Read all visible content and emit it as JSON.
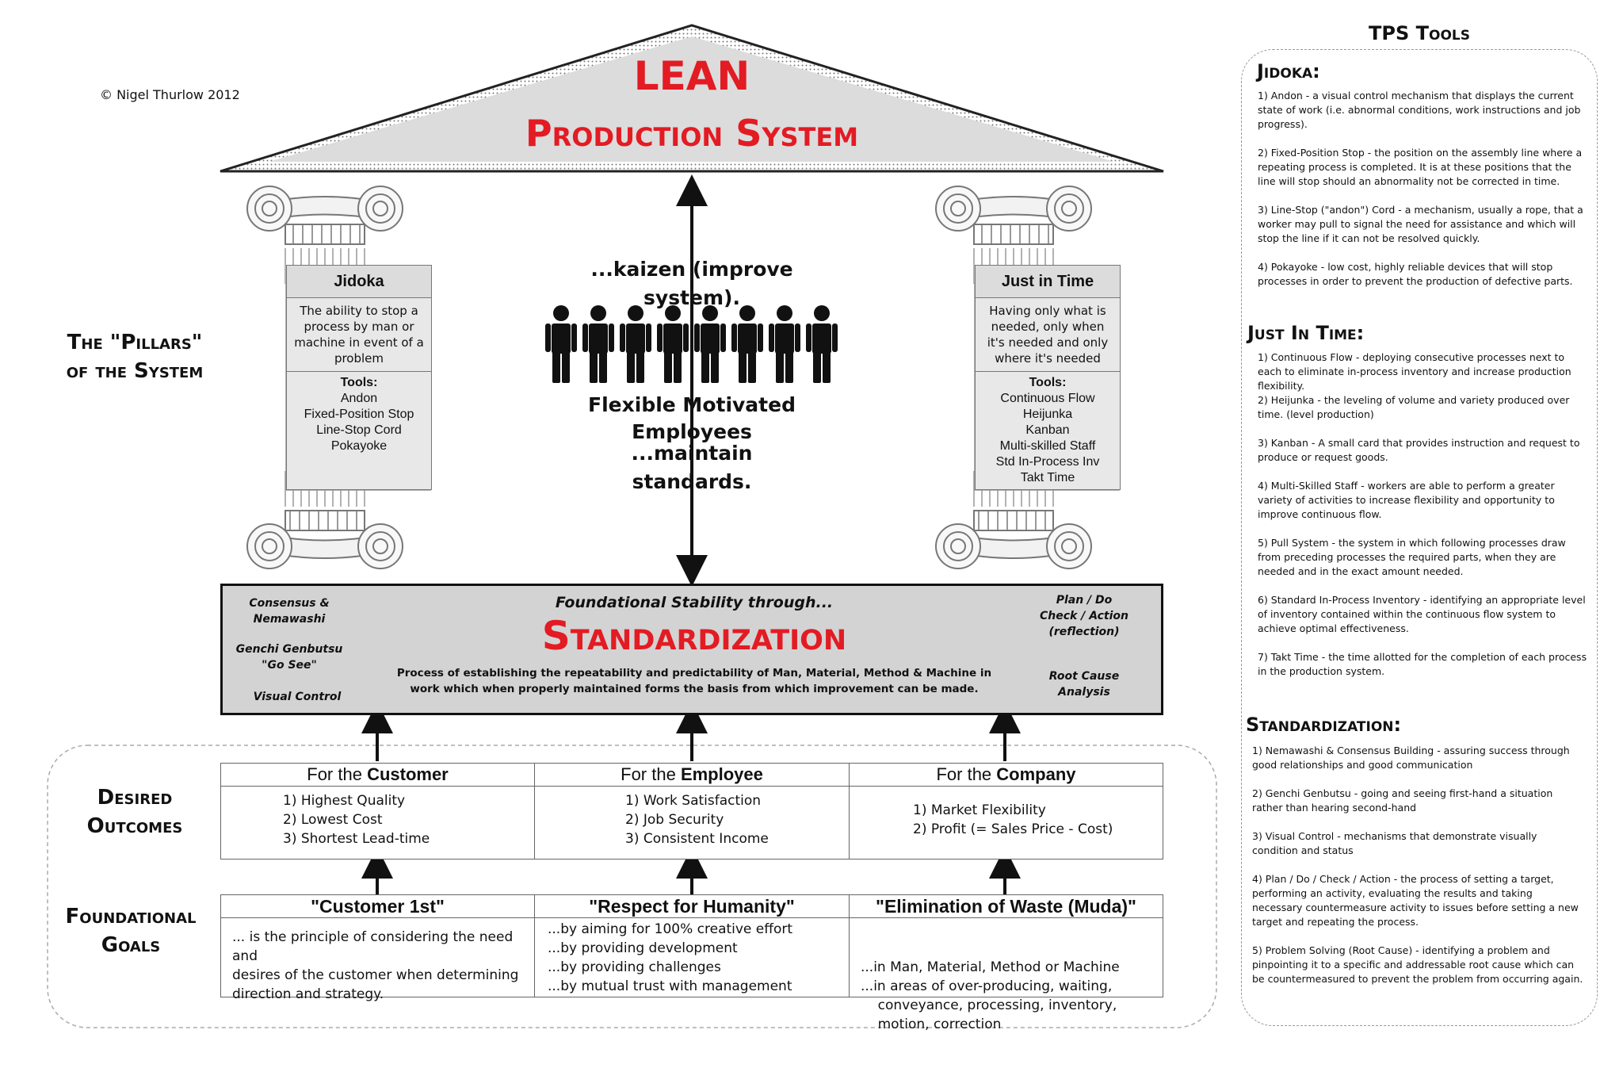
{
  "copyright": "© Nigel Thurlow 2012",
  "roof": {
    "line1": "LEAN",
    "line2": "Production System"
  },
  "side_labels": {
    "pillars": [
      "The \"Pillars\"",
      "of the System"
    ],
    "desired": [
      "Desired",
      "Outcomes"
    ],
    "foundational": [
      "Foundational",
      "Goals"
    ]
  },
  "pillars": {
    "left": {
      "title": "Jidoka",
      "description": "The ability to stop a process by man or machine in event of a problem",
      "tools_label": "Tools:",
      "tools": [
        "Andon",
        "Fixed-Position Stop",
        "Line-Stop Cord",
        "Pokayoke"
      ]
    },
    "right": {
      "title": "Just in Time",
      "description": "Having only what is needed, only when it's needed and only where it's needed",
      "tools_label": "Tools:",
      "tools": [
        "Continuous Flow",
        "Heijunka",
        "Kanban",
        "Multi-skilled Staff",
        "Std In-Process Inv",
        "Takt Time"
      ]
    }
  },
  "center": {
    "kaizen": "...kaizen (improve system).",
    "employees": "Flexible Motivated Employees",
    "maintain": "...maintain standards.",
    "people_count": 8
  },
  "standardization": {
    "subtitle": "Foundational Stability through...",
    "title": "Standardization",
    "description_lines": [
      "Process of establishing the repeatability and predictability of Man, Material, Method & Machine in",
      "work which when properly maintained forms the basis from which improvement can be made."
    ],
    "left_items": [
      [
        "Consensus &",
        "Nemawashi"
      ],
      [
        "Genchi Genbutsu",
        "\"Go See\""
      ],
      [
        "Visual Control"
      ]
    ],
    "right_items": [
      [
        "Plan / Do",
        "Check / Action",
        "(reflection)"
      ],
      [
        "Root Cause",
        "Analysis"
      ]
    ]
  },
  "outcomes": [
    {
      "prefix": "For the ",
      "target": "Customer",
      "items": [
        "1) Highest Quality",
        "2) Lowest Cost",
        "3) Shortest Lead-time"
      ]
    },
    {
      "prefix": "For the ",
      "target": "Employee",
      "items": [
        "1) Work Satisfaction",
        "2) Job Security",
        "3) Consistent Income"
      ]
    },
    {
      "prefix": "For the ",
      "target": "Company",
      "items": [
        "1) Market Flexibility",
        "2) Profit (= Sales Price - Cost)"
      ]
    }
  ],
  "goals": [
    {
      "title": "\"Customer 1st\"",
      "lines": [
        "... is the principle of considering the need and",
        "desires of the customer when determining",
        "direction and strategy."
      ]
    },
    {
      "title": "\"Respect for Humanity\"",
      "lines": [
        "...by aiming for 100% creative effort",
        "...by providing development",
        "...by providing challenges",
        "...by mutual trust with management"
      ]
    },
    {
      "title": "\"Elimination of Waste (Muda)\"",
      "lines": [
        "...in Man, Material, Method or Machine",
        "...in areas of over-producing, waiting,",
        "    conveyance, processing, inventory,",
        "    motion, correction"
      ]
    }
  ],
  "tools_panel": {
    "title": "TPS Tools",
    "sections": [
      {
        "heading": "Jidoka:",
        "items": [
          "1) Andon - a visual control mechanism that displays the current state of work (i.e. abnormal conditions, work instructions and job progress).",
          "2) Fixed-Position Stop - the position on the assembly line where a repeating process is completed.  It is at these positions that the line will stop should an abnormality not be corrected in time.",
          "3) Line-Stop (\"andon\") Cord - a mechanism, usually a rope, that a worker may pull to signal the need for assistance and which will stop the line if it can not be resolved quickly.",
          "4) Pokayoke - low cost, highly reliable devices that will stop processes in order to prevent the production of defective parts."
        ]
      },
      {
        "heading": "Just In Time:",
        "items": [
          "1) Continuous Flow - deploying consecutive processes next to each to eliminate in-process inventory and increase production flexibility.",
          "2) Heijunka - the leveling of volume and variety produced over time. (level production)",
          "3) Kanban - A small card that provides instruction and request to produce or request goods.",
          "4) Multi-Skilled Staff - workers are able to perform a greater variety of activities to increase flexibility and opportunity to improve continuous flow.",
          "5) Pull System - the system in which following processes draw from preceding processes the required parts, when they are needed and in the exact amount needed.",
          "6) Standard In-Process Inventory - identifying an appropriate level of inventory contained within the continuous flow system to achieve optimal effectiveness.",
          "7) Takt Time - the time allotted for the completion of each process in the production system."
        ]
      },
      {
        "heading": "Standardization:",
        "items": [
          "1) Nemawashi & Consensus Building - assuring success through good relationships and good communication",
          "2) Genchi Genbutsu - going and seeing first-hand a situation rather than hearing second-hand",
          "3) Visual Control - mechanisms that demonstrate visually condition and status",
          "4) Plan / Do / Check / Action - the process of setting a target, performing an activity, evaluating the results and taking necessary countermeasure activity to issues before setting a new target and repeating the process.",
          "5) Problem Solving (Root Cause) - identifying a problem and pinpointing it to a specific and addressable root cause which can be countermeasured to prevent the problem from occurring again."
        ]
      }
    ]
  }
}
